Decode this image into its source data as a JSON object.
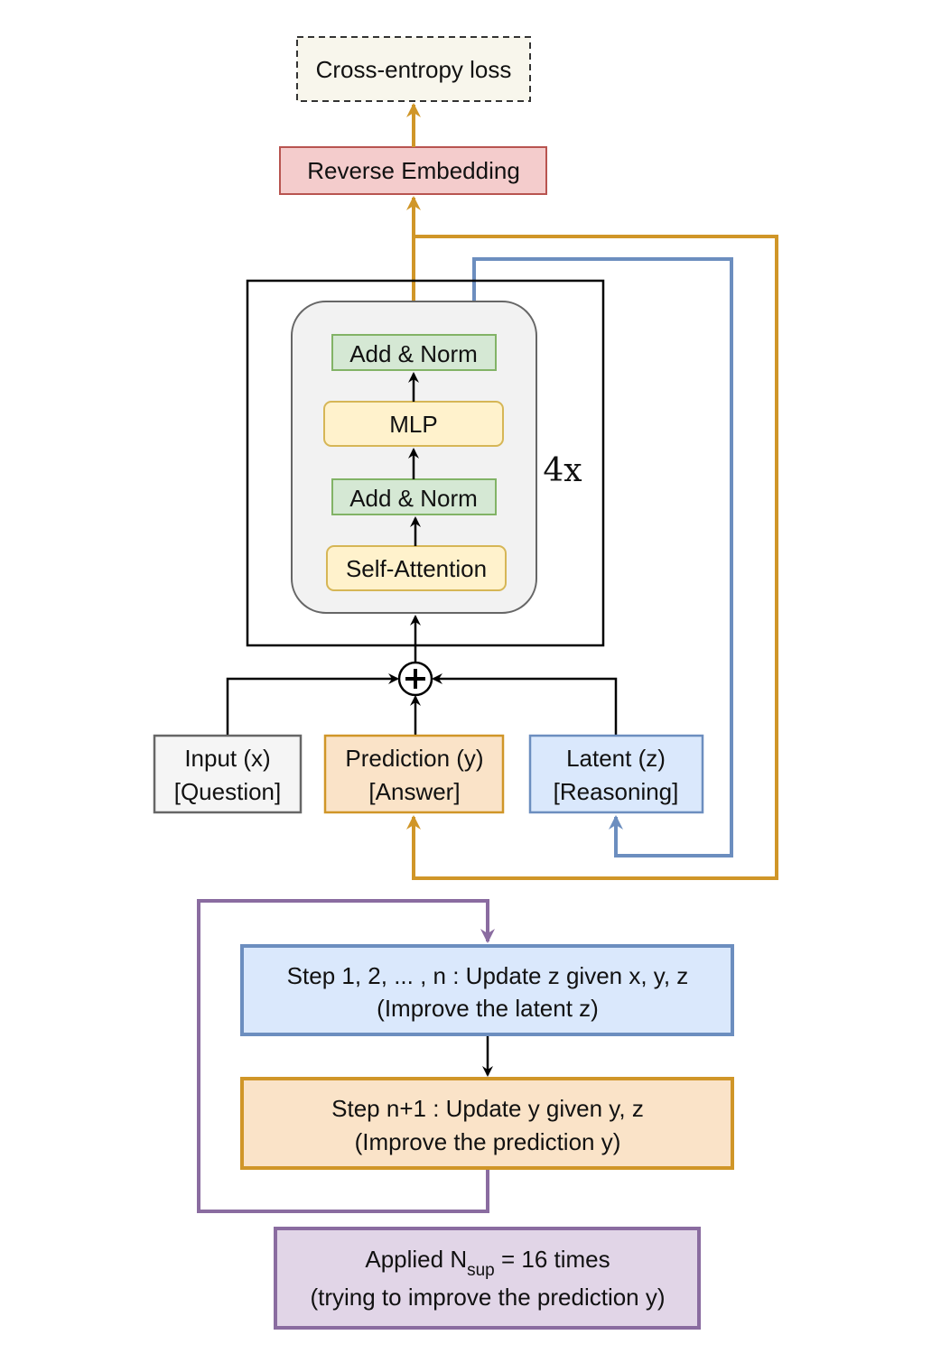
{
  "diagram": {
    "loss": {
      "label": "Cross-entropy loss"
    },
    "reverse_embedding": {
      "label": "Reverse Embedding"
    },
    "block": {
      "repeat_label": "4x",
      "layers": [
        {
          "label": "Add & Norm",
          "kind": "norm"
        },
        {
          "label": "MLP",
          "kind": "op"
        },
        {
          "label": "Add & Norm",
          "kind": "norm"
        },
        {
          "label": "Self-Attention",
          "kind": "op"
        }
      ]
    },
    "sum_node": {
      "symbol": "+"
    },
    "inputs": [
      {
        "line1": "Input (x)",
        "line2": "[Question]"
      },
      {
        "line1": "Prediction (y)",
        "line2": "[Answer]"
      },
      {
        "line1": "Latent (z)",
        "line2": "[Reasoning]"
      }
    ],
    "steps": [
      {
        "line1": "Step 1, 2, ... , n : Update z given x, y, z",
        "line2": "(Improve the latent z)"
      },
      {
        "line1": "Step n+1 : Update y given y, z",
        "line2": "(Improve the prediction y)"
      }
    ],
    "supervision": {
      "prefix": "Applied N",
      "subscript": "sup",
      "suffix": " = 16 times",
      "line2": "(trying to improve the prediction y)"
    },
    "colors": {
      "gold": "#D09628",
      "blue": "#6C8EBF",
      "purple": "#8A6CA0",
      "black": "#000000"
    }
  }
}
